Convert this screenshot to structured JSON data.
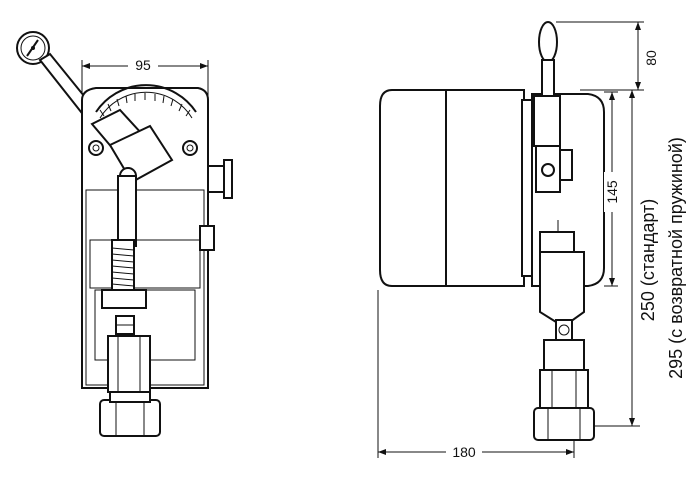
{
  "dimensions": {
    "front_width": "95",
    "side_width": "180",
    "lever_height": "80",
    "stroke_height": "145",
    "total_height_label": "250 (стандарт)",
    "total_height_label_2": "295 (с возвратной пружиной)"
  }
}
